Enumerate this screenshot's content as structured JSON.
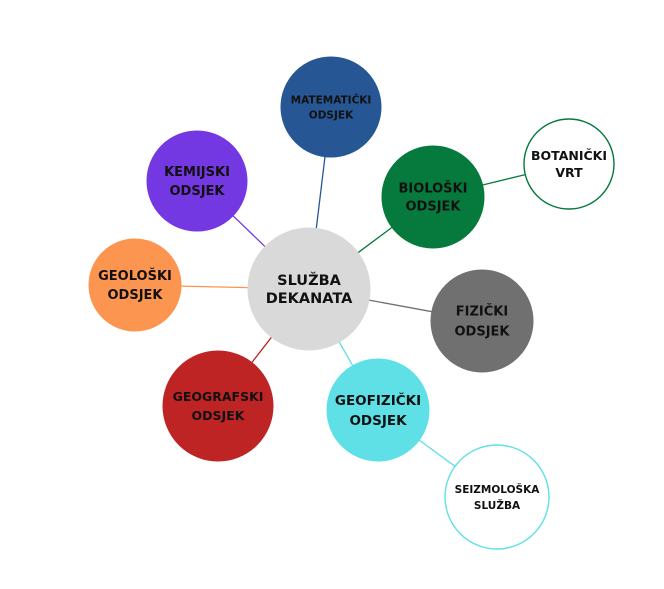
{
  "diagram": {
    "center": {
      "id": "center",
      "lines": [
        "SLUŽBA",
        "DEKANATA"
      ],
      "fill": "#d9d9d9",
      "stroke": "#d9d9d9"
    },
    "nodes": [
      {
        "id": "matematicki",
        "lines": [
          "MATEMATIČKI",
          "ODSJEK"
        ],
        "fill": "#265694",
        "stroke": "#265694",
        "link_color": "#265694"
      },
      {
        "id": "bioloski",
        "lines": [
          "BIOLOŠKI",
          "ODSJEK"
        ],
        "fill": "#057a3c",
        "stroke": "#057a3c",
        "link_color": "#057a3c"
      },
      {
        "id": "botanicki",
        "lines": [
          "BOTANIČKI",
          "VRT"
        ],
        "fill": "#ffffff",
        "stroke": "#057a3c",
        "link_color": "#057a3c"
      },
      {
        "id": "kemijski",
        "lines": [
          "KEMIJSKI",
          "ODSJEK"
        ],
        "fill": "#7438e3",
        "stroke": "#7438e3",
        "link_color": "#7438e3"
      },
      {
        "id": "geoloski",
        "lines": [
          "GEOLOŠKI",
          "ODSJEK"
        ],
        "fill": "#fc9550",
        "stroke": "#fc9550",
        "link_color": "#fc9550"
      },
      {
        "id": "fizicki",
        "lines": [
          "FIZIČKI",
          "ODSJEK"
        ],
        "fill": "#707070",
        "stroke": "#707070",
        "link_color": "#707070"
      },
      {
        "id": "geografski",
        "lines": [
          "GEOGRAFSKI",
          "ODSJEK"
        ],
        "fill": "#bf2424",
        "stroke": "#bf2424",
        "link_color": "#bf2424"
      },
      {
        "id": "geofizicki",
        "lines": [
          "GEOFIZIČKI",
          "ODSJEK"
        ],
        "fill": "#5ee0e6",
        "stroke": "#5ee0e6",
        "link_color": "#5ee0e6"
      },
      {
        "id": "seizmoloska",
        "lines": [
          "SEIZMOLOŠKA",
          "SLUŽBA"
        ],
        "fill": "#ffffff",
        "stroke": "#5ee0e6",
        "link_color": "#5ee0e6"
      }
    ],
    "links": [
      {
        "from": "center",
        "to": "matematicki"
      },
      {
        "from": "center",
        "to": "bioloski"
      },
      {
        "from": "bioloski",
        "to": "botanicki"
      },
      {
        "from": "center",
        "to": "kemijski"
      },
      {
        "from": "center",
        "to": "geoloski"
      },
      {
        "from": "center",
        "to": "fizicki"
      },
      {
        "from": "center",
        "to": "geografski"
      },
      {
        "from": "center",
        "to": "geofizicki"
      },
      {
        "from": "geofizicki",
        "to": "seizmoloska"
      }
    ]
  }
}
